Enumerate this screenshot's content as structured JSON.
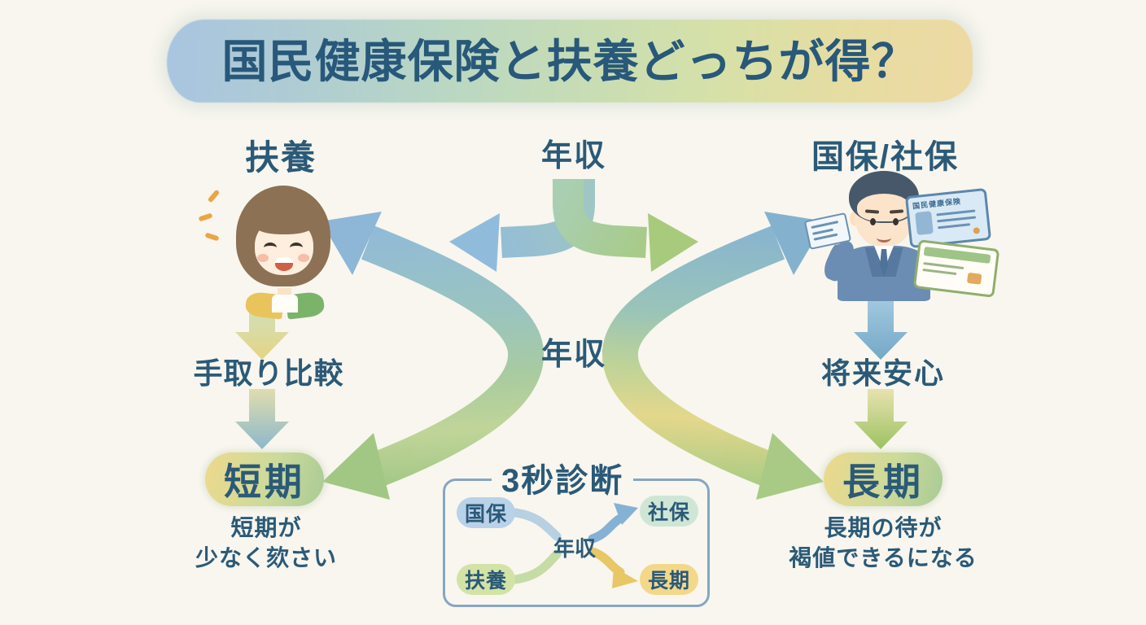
{
  "title": {
    "text": "国民健康保険と扶養どっちが得？"
  },
  "top": {
    "left_label": "扶養",
    "center_label": "年収",
    "right_label": "国保/社保"
  },
  "center": {
    "mid_label": "年収"
  },
  "left_flow": {
    "step": "手取り比較",
    "result": "短期",
    "note1": "短期が",
    "note2": "少なく欬さい"
  },
  "right_flow": {
    "step": "将来安心",
    "result": "長期",
    "note1": "長期の待が",
    "note2": "褐値できるになる"
  },
  "man": {
    "card_text": "国民健康保険"
  },
  "diagnosis": {
    "title": "3秒診断",
    "left_top": "国保",
    "left_bottom": "扶養",
    "center": "年収",
    "right_top": "社保",
    "right_bottom": "長期"
  },
  "colors": {
    "background": "#f8f6ee",
    "ink": "#2b5a78",
    "blue": "#8ab6d8",
    "green": "#a9cb8e",
    "yellow": "#e8d88e"
  }
}
